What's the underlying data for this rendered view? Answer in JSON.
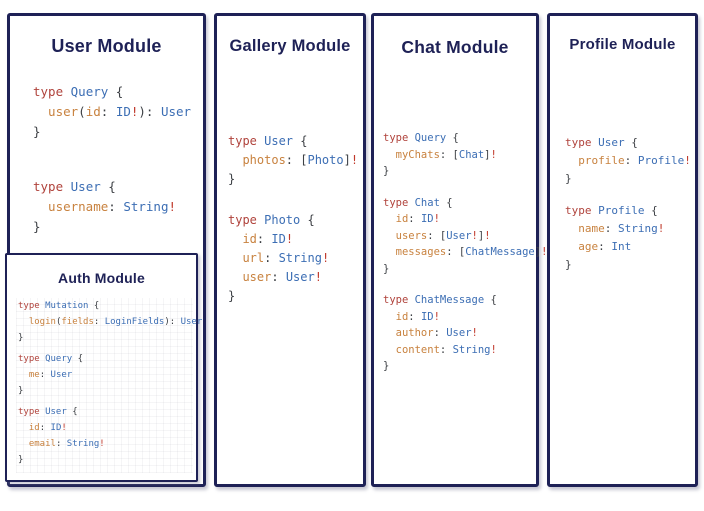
{
  "colors": {
    "panel_border_navy": "#1e2156",
    "title_navy": "#1e2156",
    "background": "#ffffff"
  },
  "token_colors": {
    "k": "#b0433c",
    "t": "#3c6eb4",
    "f": "#c8823f",
    "p": "#3d4045",
    "b": "#c0392b"
  },
  "panels": {
    "user": {
      "title": "User Module",
      "blocks": [
        [
          [
            [
              "k",
              "type "
            ],
            [
              "t",
              "Query "
            ],
            [
              "p",
              "{"
            ]
          ],
          [
            [
              "f",
              "  user"
            ],
            [
              "p",
              "("
            ],
            [
              "f",
              "id"
            ],
            [
              "p",
              ": "
            ],
            [
              "t",
              "ID"
            ],
            [
              "b",
              "!"
            ],
            [
              "p",
              "): "
            ],
            [
              "t",
              "User"
            ]
          ],
          [
            [
              "p",
              "}"
            ]
          ]
        ],
        [
          [
            [
              "k",
              "type "
            ],
            [
              "t",
              "User "
            ],
            [
              "p",
              "{"
            ]
          ],
          [
            [
              "f",
              "  username"
            ],
            [
              "p",
              ": "
            ],
            [
              "t",
              "String"
            ],
            [
              "b",
              "!"
            ]
          ],
          [
            [
              "p",
              "}"
            ]
          ]
        ]
      ]
    },
    "auth": {
      "title": "Auth Module",
      "blocks": [
        [
          [
            [
              "k",
              "type "
            ],
            [
              "t",
              "Mutation "
            ],
            [
              "p",
              "{"
            ]
          ],
          [
            [
              "f",
              "  login"
            ],
            [
              "p",
              "("
            ],
            [
              "f",
              "fields"
            ],
            [
              "p",
              ": "
            ],
            [
              "t",
              "LoginFields"
            ],
            [
              "p",
              "): "
            ],
            [
              "t",
              "User"
            ]
          ],
          [
            [
              "p",
              "}"
            ]
          ]
        ],
        [
          [
            [
              "k",
              "type "
            ],
            [
              "t",
              "Query "
            ],
            [
              "p",
              "{"
            ]
          ],
          [
            [
              "f",
              "  me"
            ],
            [
              "p",
              ": "
            ],
            [
              "t",
              "User"
            ]
          ],
          [
            [
              "p",
              "}"
            ]
          ]
        ],
        [
          [
            [
              "k",
              "type "
            ],
            [
              "t",
              "User "
            ],
            [
              "p",
              "{"
            ]
          ],
          [
            [
              "f",
              "  id"
            ],
            [
              "p",
              ": "
            ],
            [
              "t",
              "ID"
            ],
            [
              "b",
              "!"
            ]
          ],
          [
            [
              "f",
              "  email"
            ],
            [
              "p",
              ": "
            ],
            [
              "t",
              "String"
            ],
            [
              "b",
              "!"
            ]
          ],
          [
            [
              "p",
              "}"
            ]
          ]
        ]
      ]
    },
    "gallery": {
      "title": "Gallery Module",
      "blocks": [
        [
          [
            [
              "k",
              "type "
            ],
            [
              "t",
              "User "
            ],
            [
              "p",
              "{"
            ]
          ],
          [
            [
              "f",
              "  photos"
            ],
            [
              "p",
              ": ["
            ],
            [
              "t",
              "Photo"
            ],
            [
              "p",
              "]"
            ],
            [
              "b",
              "!"
            ]
          ],
          [
            [
              "p",
              "}"
            ]
          ]
        ],
        [
          [
            [
              "k",
              "type "
            ],
            [
              "t",
              "Photo "
            ],
            [
              "p",
              "{"
            ]
          ],
          [
            [
              "f",
              "  id"
            ],
            [
              "p",
              ": "
            ],
            [
              "t",
              "ID"
            ],
            [
              "b",
              "!"
            ]
          ],
          [
            [
              "f",
              "  url"
            ],
            [
              "p",
              ": "
            ],
            [
              "t",
              "String"
            ],
            [
              "b",
              "!"
            ]
          ],
          [
            [
              "f",
              "  user"
            ],
            [
              "p",
              ": "
            ],
            [
              "t",
              "User"
            ],
            [
              "b",
              "!"
            ]
          ],
          [
            [
              "p",
              "}"
            ]
          ]
        ]
      ]
    },
    "chat": {
      "title": "Chat Module",
      "blocks": [
        [
          [
            [
              "k",
              "type "
            ],
            [
              "t",
              "Query "
            ],
            [
              "p",
              "{"
            ]
          ],
          [
            [
              "f",
              "  myChats"
            ],
            [
              "p",
              ": ["
            ],
            [
              "t",
              "Chat"
            ],
            [
              "p",
              "]"
            ],
            [
              "b",
              "!"
            ]
          ],
          [
            [
              "p",
              "}"
            ]
          ]
        ],
        [
          [
            [
              "k",
              "type "
            ],
            [
              "t",
              "Chat "
            ],
            [
              "p",
              "{"
            ]
          ],
          [
            [
              "f",
              "  id"
            ],
            [
              "p",
              ": "
            ],
            [
              "t",
              "ID"
            ],
            [
              "b",
              "!"
            ]
          ],
          [
            [
              "f",
              "  users"
            ],
            [
              "p",
              ": ["
            ],
            [
              "t",
              "User"
            ],
            [
              "b",
              "!"
            ],
            [
              "p",
              "]"
            ],
            [
              "b",
              "!"
            ]
          ],
          [
            [
              "f",
              "  messages"
            ],
            [
              "p",
              ": ["
            ],
            [
              "t",
              "ChatMessage"
            ],
            [
              "p",
              "]"
            ],
            [
              "b",
              "!"
            ]
          ],
          [
            [
              "p",
              "}"
            ]
          ]
        ],
        [
          [
            [
              "k",
              "type "
            ],
            [
              "t",
              "ChatMessage "
            ],
            [
              "p",
              "{"
            ]
          ],
          [
            [
              "f",
              "  id"
            ],
            [
              "p",
              ": "
            ],
            [
              "t",
              "ID"
            ],
            [
              "b",
              "!"
            ]
          ],
          [
            [
              "f",
              "  author"
            ],
            [
              "p",
              ": "
            ],
            [
              "t",
              "User"
            ],
            [
              "b",
              "!"
            ]
          ],
          [
            [
              "f",
              "  content"
            ],
            [
              "p",
              ": "
            ],
            [
              "t",
              "String"
            ],
            [
              "b",
              "!"
            ]
          ],
          [
            [
              "p",
              "}"
            ]
          ]
        ]
      ]
    },
    "profile": {
      "title": "Profile Module",
      "blocks": [
        [
          [
            [
              "k",
              "type "
            ],
            [
              "t",
              "User "
            ],
            [
              "p",
              "{"
            ]
          ],
          [
            [
              "f",
              "  profile"
            ],
            [
              "p",
              ": "
            ],
            [
              "t",
              "Profile"
            ],
            [
              "b",
              "!"
            ]
          ],
          [
            [
              "p",
              "}"
            ]
          ]
        ],
        [
          [
            [
              "k",
              "type "
            ],
            [
              "t",
              "Profile "
            ],
            [
              "p",
              "{"
            ]
          ],
          [
            [
              "f",
              "  name"
            ],
            [
              "p",
              ": "
            ],
            [
              "t",
              "String"
            ],
            [
              "b",
              "!"
            ]
          ],
          [
            [
              "f",
              "  age"
            ],
            [
              "p",
              ": "
            ],
            [
              "t",
              "Int"
            ]
          ],
          [
            [
              "p",
              "}"
            ]
          ]
        ]
      ]
    }
  }
}
